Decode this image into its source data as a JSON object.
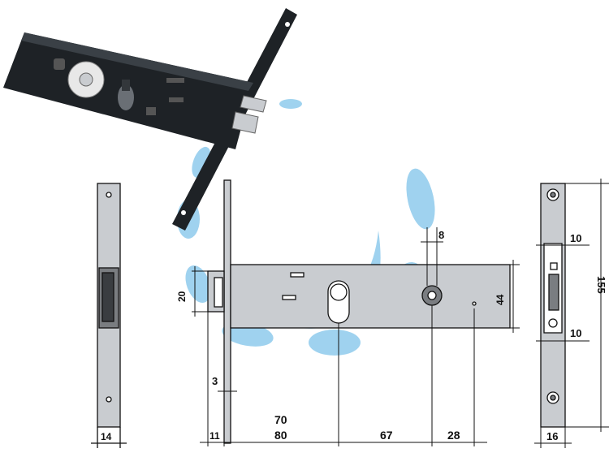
{
  "colors": {
    "plate": "#c9ccd0",
    "body_dark": "#1e2226",
    "line": "#111111",
    "watermark": "#7fc4ea"
  },
  "dimensions": {
    "d20": "20",
    "d3": "3",
    "d70": "70",
    "d80": "80",
    "d67": "67",
    "d28": "28",
    "d11": "11",
    "d44": "44",
    "d8": "8",
    "d14": "14",
    "d16": "16",
    "d10_top": "10",
    "d10_bottom": "10",
    "d155": "155"
  }
}
